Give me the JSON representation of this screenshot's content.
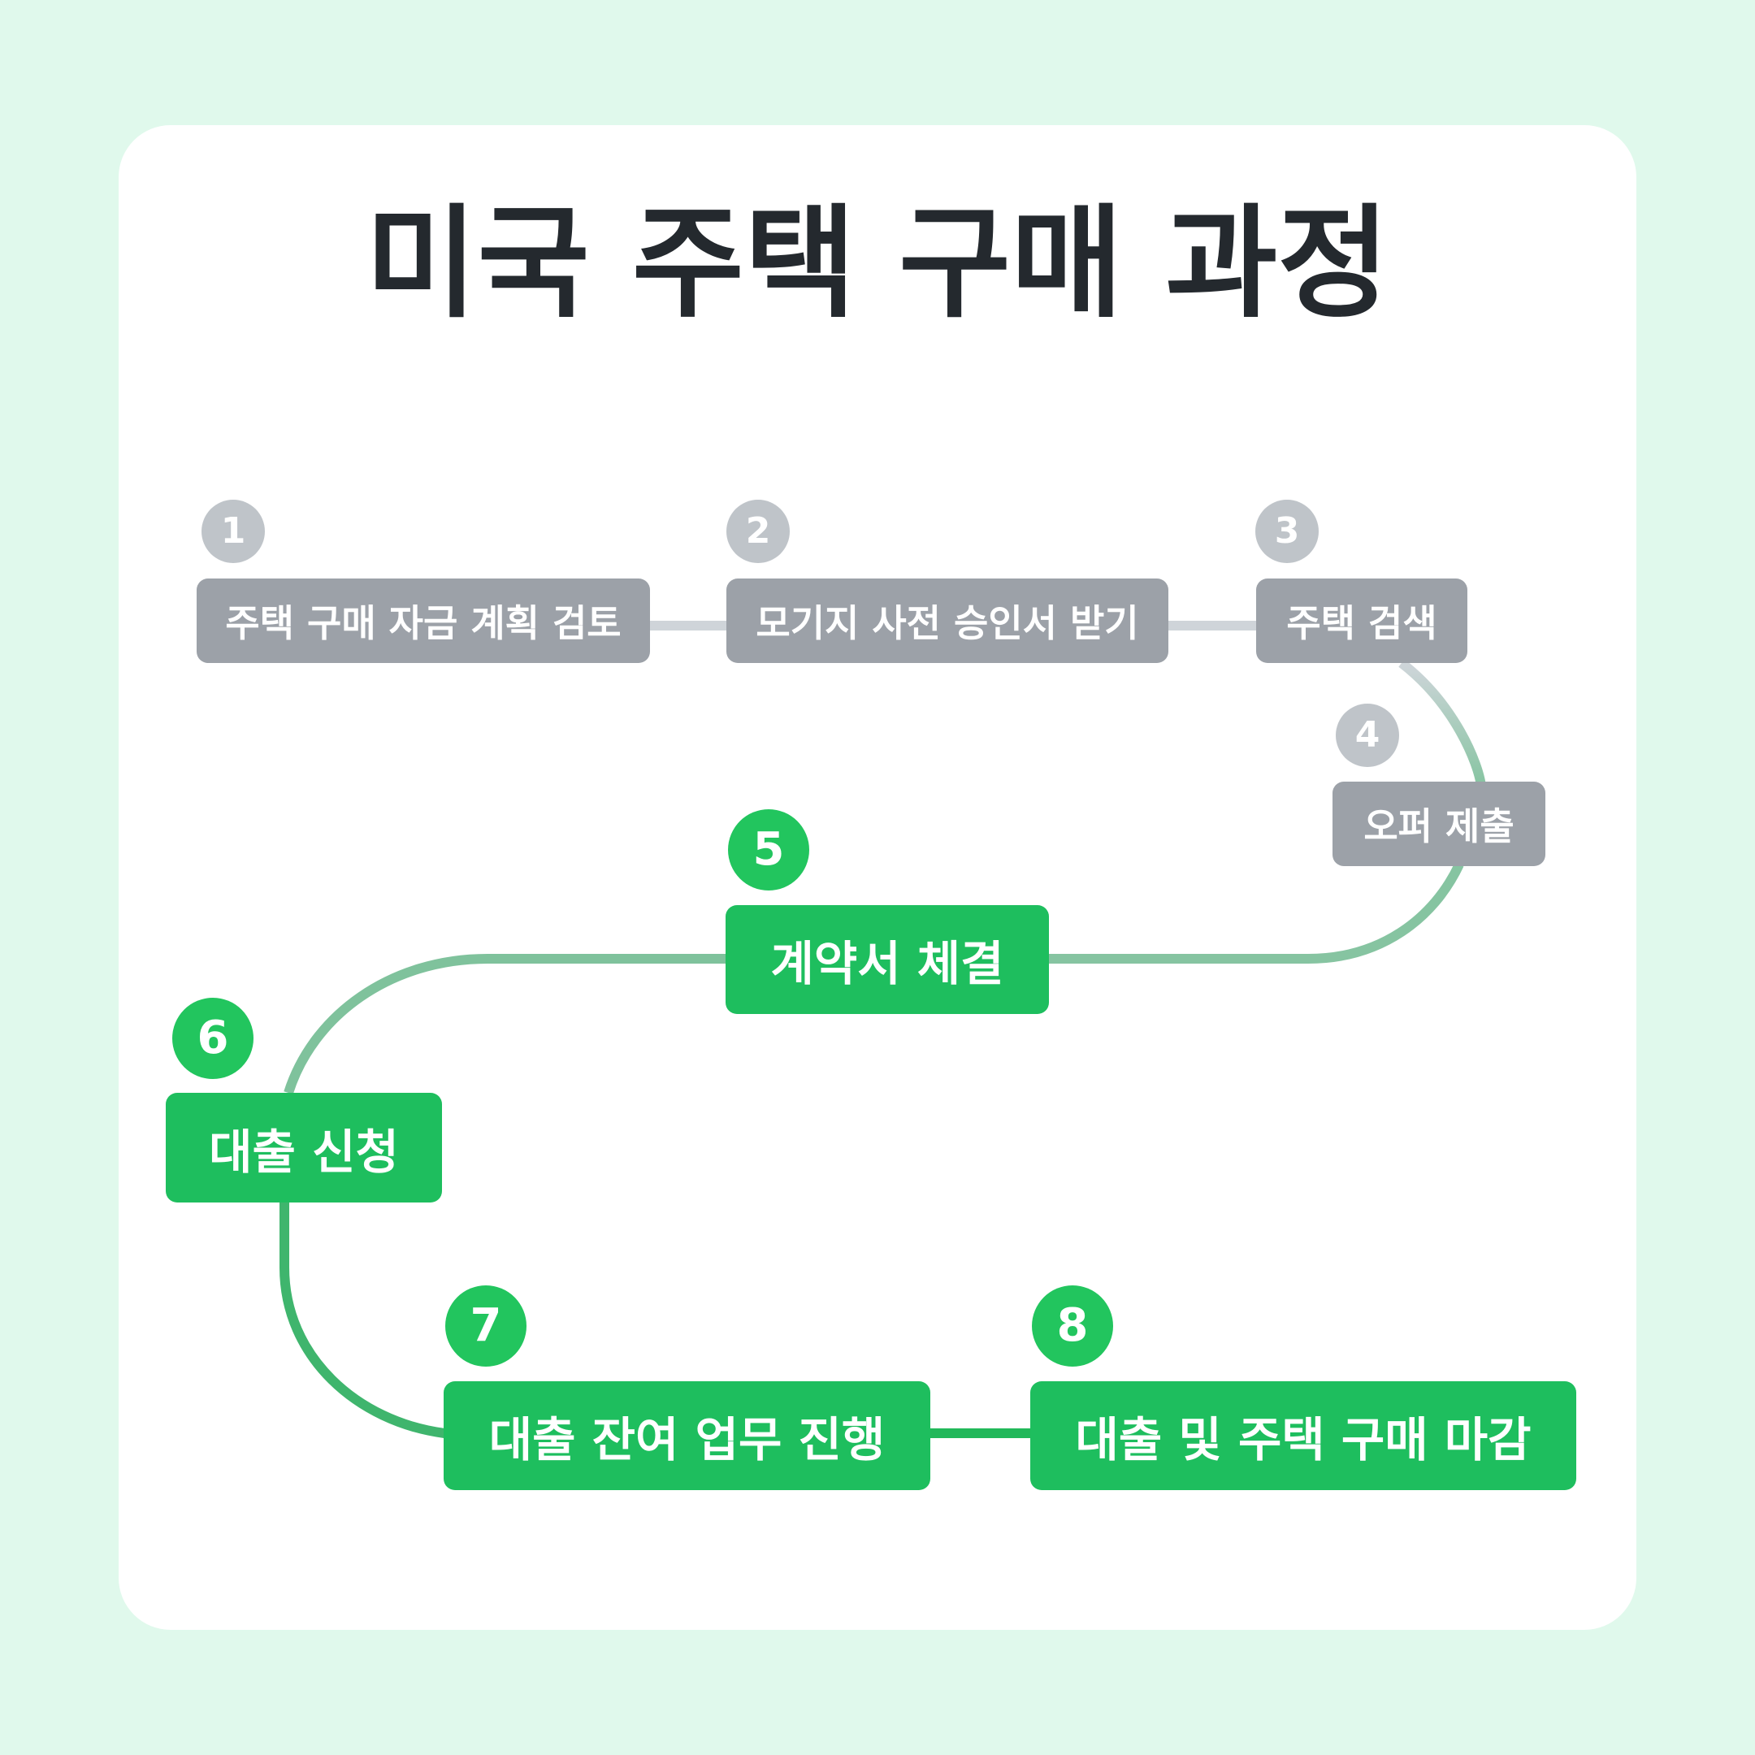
{
  "title": "미국 주택 구매 과정",
  "colors": {
    "background": "#e0f9ec",
    "card": "#ffffff",
    "completed_step": "#9ca1a8",
    "active_step": "#1ebe5e",
    "title_text": "#24292e"
  },
  "steps": [
    {
      "number": "1",
      "label": "주택 구매 자금 계획 검토"
    },
    {
      "number": "2",
      "label": "모기지 사전 승인서 받기"
    },
    {
      "number": "3",
      "label": "주택 검색"
    },
    {
      "number": "4",
      "label": "오퍼 제출"
    },
    {
      "number": "5",
      "label": "계약서 체결"
    },
    {
      "number": "6",
      "label": "대출 신청"
    },
    {
      "number": "7",
      "label": "대출 잔여 업무 진행"
    },
    {
      "number": "8",
      "label": "대출 및 주택 구매 마감"
    }
  ]
}
